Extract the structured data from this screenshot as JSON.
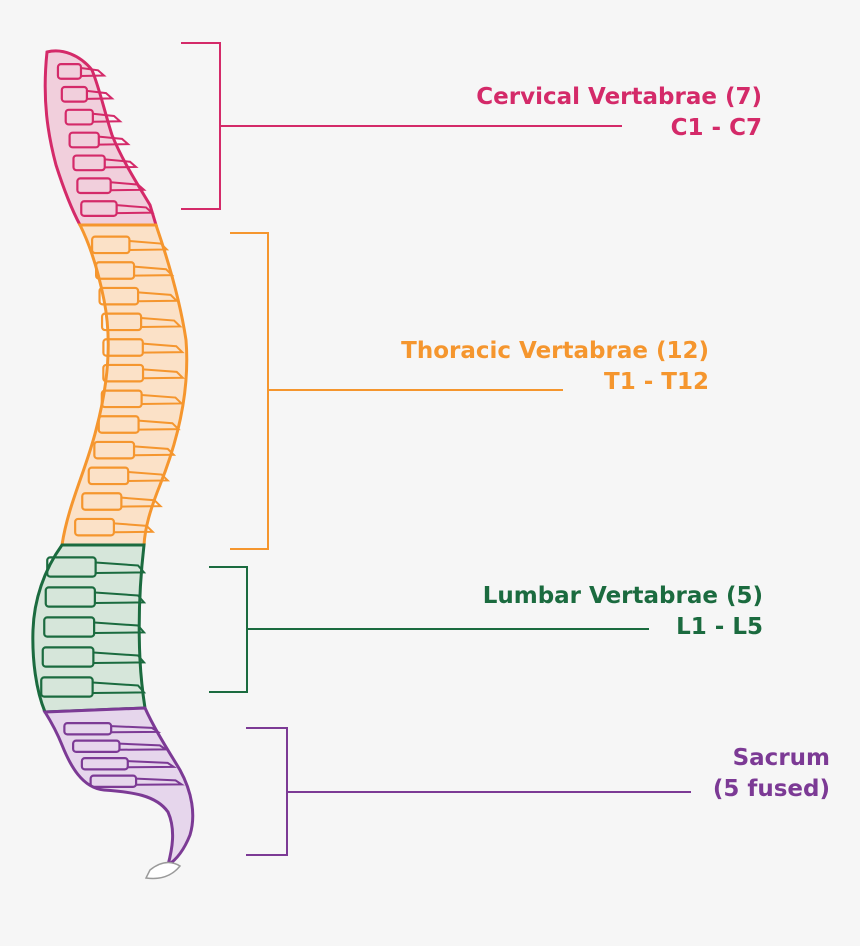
{
  "regions": [
    {
      "key": "cervical",
      "title": "Cervical Vertabrae (7)",
      "subtitle": "C1 - C7",
      "color": "#d42a69",
      "fill": "#f1cfdc"
    },
    {
      "key": "thoracic",
      "title": "Thoracic Vertabrae (12)",
      "subtitle": "T1 - T12",
      "color": "#f5962e",
      "fill": "#fbe1c7"
    },
    {
      "key": "lumbar",
      "title": "Lumbar Vertabrae (5)",
      "subtitle": "L1 - L5",
      "color": "#1b6b3f",
      "fill": "#d6e6da"
    },
    {
      "key": "sacrum",
      "title": "Sacrum",
      "subtitle": "(5 fused)",
      "color": "#7c3a95",
      "fill": "#e6d6ec"
    }
  ]
}
